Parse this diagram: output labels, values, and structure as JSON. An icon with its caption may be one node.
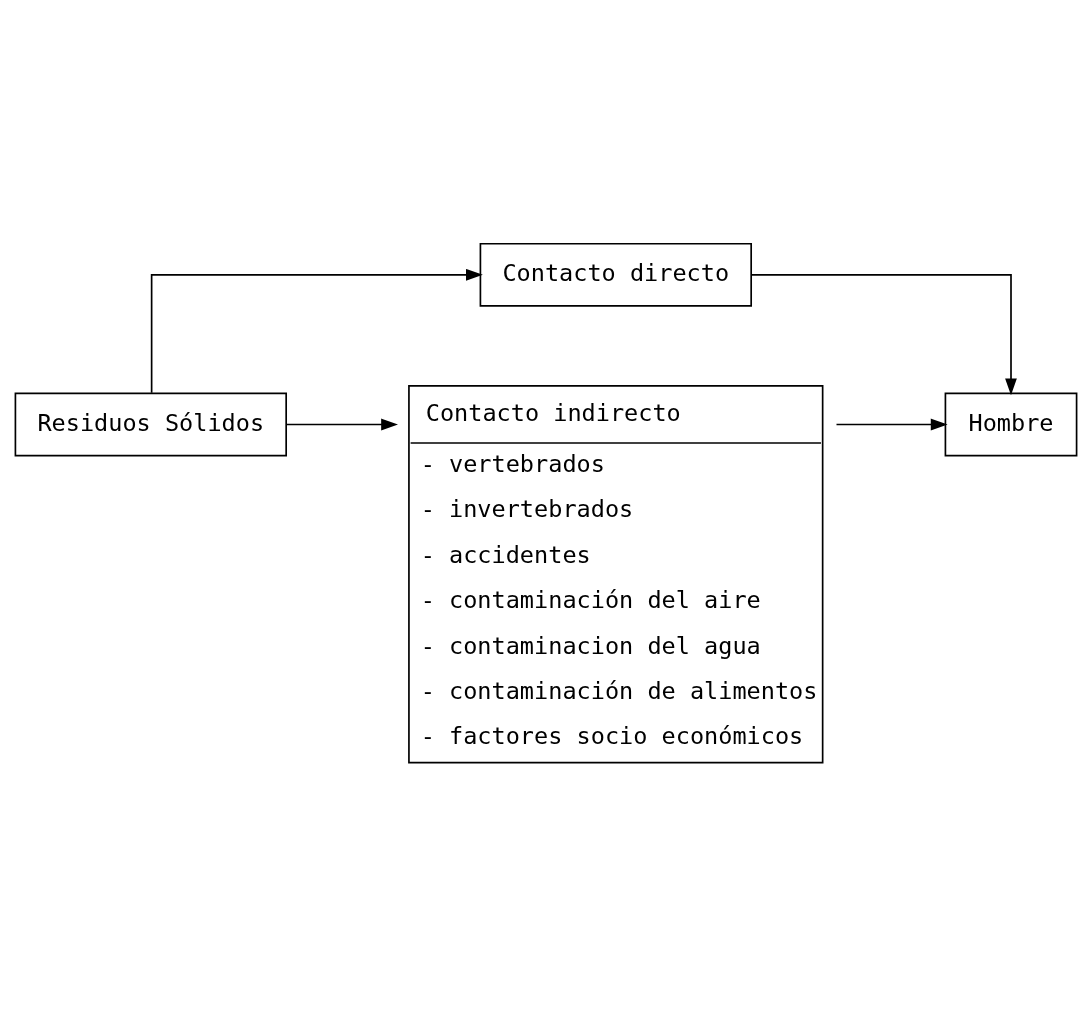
{
  "diagram": {
    "nodes": [
      {
        "text": [
          "Residuos Sólidos"
        ]
      },
      {
        "text": [
          "Contacto directo"
        ]
      },
      {
        "text": [
          "Hombre"
        ]
      },
      {
        "text": [
          "Contacto indirecto",
          "- vertebrados",
          "- invertebrados",
          "- accidentes",
          "- contaminación del aire",
          "- contaminacion del agua",
          "- contaminación de alimentos",
          "- factores socio económicos"
        ]
      }
    ],
    "edges": [
      {
        "from": 0,
        "to": 1,
        "arrow": "to"
      },
      {
        "from": 1,
        "to": 2,
        "arrow": "to"
      },
      {
        "from": 0,
        "to": 3,
        "arrow": "to"
      },
      {
        "from": 3,
        "to": 2,
        "arrow": "to"
      }
    ]
  }
}
